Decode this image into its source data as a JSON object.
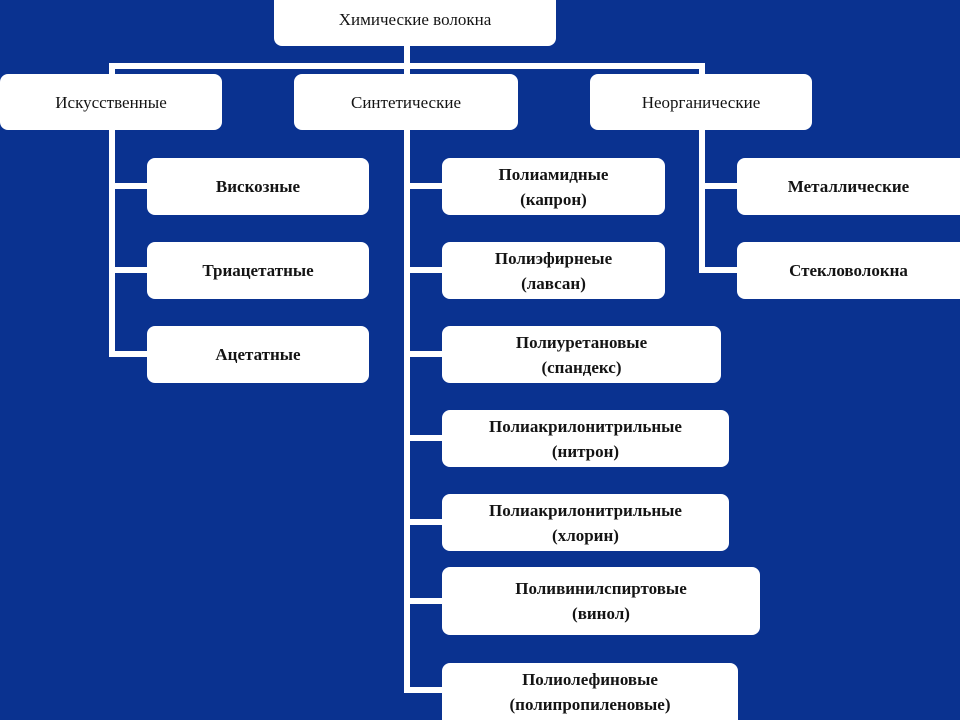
{
  "diagram": {
    "background_color": "#0a3290",
    "root": {
      "label": "Химические волокна"
    },
    "categories": [
      {
        "label": "Искусственные",
        "children": [
          {
            "line1": "Вискозные",
            "line2": ""
          },
          {
            "line1": "Триацетатные",
            "line2": ""
          },
          {
            "line1": "Ацетатные",
            "line2": ""
          }
        ]
      },
      {
        "label": "Синтетические",
        "children": [
          {
            "line1": "Полиамидные",
            "line2": "(капрон)"
          },
          {
            "line1": "Полиэфирнеые",
            "line2": "(лавсан)"
          },
          {
            "line1": "Полиуретановые",
            "line2": "(спандекс)"
          },
          {
            "line1": "Полиакрилонитрильные",
            "line2": "(нитрон)"
          },
          {
            "line1": "Полиакрилонитрильные",
            "line2": "(хлорин)"
          },
          {
            "line1": "Поливинилспиртовые",
            "line2": "(винол)"
          },
          {
            "line1": "Полиолефиновые",
            "line2": "(полипропиленовые)"
          }
        ]
      },
      {
        "label": "Неорганические",
        "children": [
          {
            "line1": "Металлические",
            "line2": ""
          },
          {
            "line1": "Стекловолокна",
            "line2": ""
          }
        ]
      }
    ]
  }
}
